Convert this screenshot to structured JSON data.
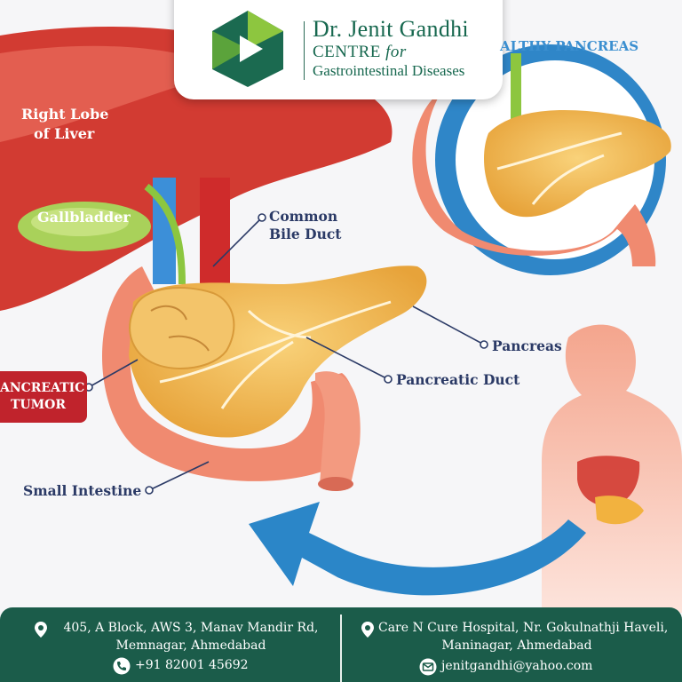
{
  "brand": {
    "name": "Dr. Jenit Gandhi",
    "line2_prefix": "CENTRE",
    "line2_italic": "for",
    "line3": "Gastrointestinal Diseases",
    "colors": {
      "primary": "#1b5c4a",
      "accent_green": "#8dc63f"
    }
  },
  "labels": {
    "right_lobe_line1": "Right Lobe",
    "right_lobe_line2": "of Liver",
    "gallbladder": "Gallbladder",
    "common_line1": "Common",
    "common_line2": "Bile Duct",
    "healthy": "ALTHY PANCREAS",
    "pancreas": "Pancreas",
    "pancreatic_duct": "Pancreatic Duct",
    "tumor_line1": "ANCREATIC",
    "tumor_line2": "TUMOR",
    "small_intestine": "Small Intestine"
  },
  "footer": {
    "left_address_line1": "405, A Block, AWS 3, Manav Mandir Rd,",
    "left_address_line2": "Memnagar, Ahmedabad",
    "phone": "+91 82001 45692",
    "right_address_line1": "Care N Cure Hospital, Nr. Gokulnathji Haveli,",
    "right_address_line2": "Maninagar, Ahmedabad",
    "email": "jenitgandhi@yahoo.com",
    "icons": [
      "location-pin-icon",
      "phone-icon",
      "location-pin-icon",
      "mail-icon"
    ]
  }
}
